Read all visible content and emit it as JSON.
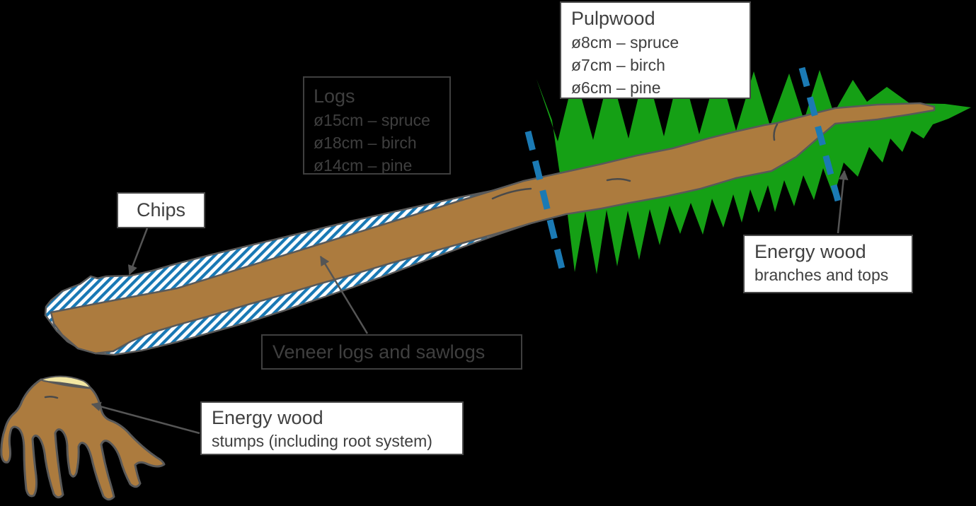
{
  "labels": {
    "pulpwood": {
      "title": "Pulpwood",
      "items": [
        "ø8cm – spruce",
        "ø7cm – birch",
        "ø6cm – pine"
      ]
    },
    "logs": {
      "title": "Logs",
      "items": [
        "ø15cm – spruce",
        "ø18cm – birch",
        "ø14cm – pine"
      ]
    },
    "chips": {
      "title": "Chips"
    },
    "veneer": {
      "title": "Veneer logs and sawlogs"
    },
    "energy_branches": {
      "title": "Energy wood",
      "subtitle": "branches and tops"
    },
    "energy_stumps": {
      "title": "Energy wood",
      "subtitle": "stumps (including root system)"
    }
  },
  "colors": {
    "background": "#000000",
    "foliage_green": "#15A015",
    "trunk_brown": "#AC7B3E",
    "outline_gray": "#595959",
    "cut_line_blue": "#1B7AB4",
    "hatch_stripe_blue": "#1878B4",
    "hatch_background": "#FFFFFF",
    "stump_cut_cream": "#F2E6A2",
    "label_text_gray": "#404040",
    "arrow_gray": "#555555"
  }
}
